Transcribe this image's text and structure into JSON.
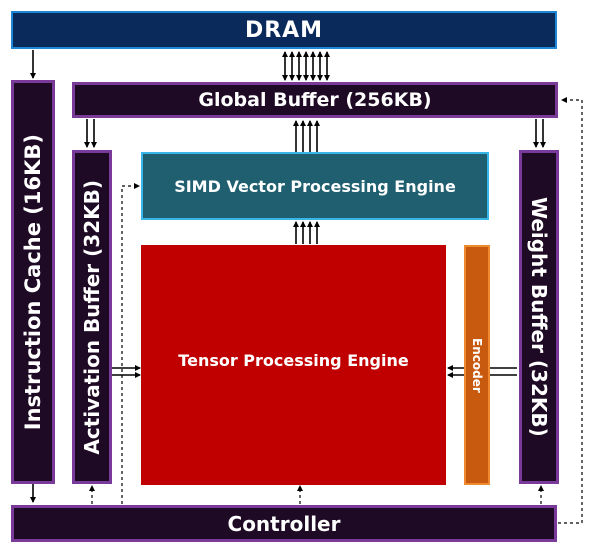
{
  "blocks": {
    "dram": "DRAM",
    "global_buffer": "Global Buffer (256KB)",
    "instruction_cache": "Instruction Cache (16KB)",
    "activation_buffer": "Activation Buffer (32KB)",
    "weight_buffer": "Weight Buffer (32KB)",
    "simd_engine": "SIMD Vector Processing Engine",
    "tensor_engine": "Tensor Processing Engine",
    "encoder": "Encoder",
    "controller": "Controller"
  },
  "colors": {
    "dram_fill": "#0a2a5c",
    "dram_border": "#1e88d6",
    "buffer_fill": "#1e0a24",
    "buffer_border": "#7a3a9a",
    "simd_fill": "#1f5f70",
    "simd_border": "#38b6e8",
    "tensor_fill": "#c00000",
    "encoder_fill": "#c85a10",
    "encoder_border": "#f08a30"
  }
}
